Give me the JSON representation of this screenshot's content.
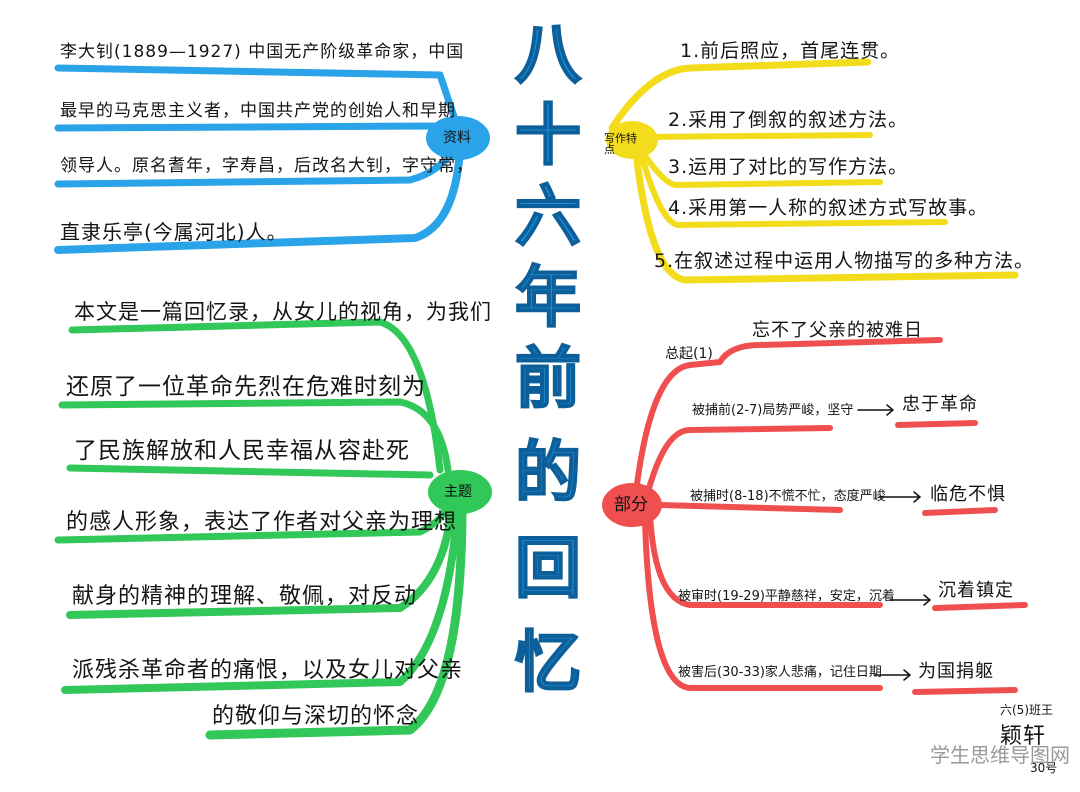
{
  "title": [
    "八",
    "十",
    "六",
    "年",
    "前",
    "的",
    "回",
    "忆"
  ],
  "colors": {
    "title": "#1a8fdb",
    "blue_branch": "#2aa3e8",
    "yellow_branch": "#f3dc1b",
    "green_branch": "#32c759",
    "red_branch": "#f04f4f"
  },
  "blue_node": {
    "label": "资料",
    "lines": [
      "李大钊(1889—1927) 中国无产阶级革命家，中国",
      "最早的马克思主义者，中国共产党的创始人和早期",
      "领导人。原名耆年，字寿昌，后改名大钊，字守常，",
      "直隶乐亭(今属河北)人。"
    ]
  },
  "yellow_node": {
    "label": "写作特点",
    "items": [
      "1.前后照应，首尾连贯。",
      "2.采用了倒叙的叙述方法。",
      "3.运用了对比的写作方法。",
      "4.采用第一人称的叙述方式写故事。",
      "5.在叙述过程中运用人物描写的多种方法。"
    ]
  },
  "green_node": {
    "label": "主题",
    "lines": [
      "本文是一篇回忆录，从女儿的视角，为我们",
      "还原了一位革命先烈在危难时刻为",
      "了民族解放和人民幸福从容赴死",
      "的感人形象，表达了作者对父亲为理想",
      "献身的精神的理解、敬佩，对反动",
      "派残杀革命者的痛恨，以及女儿对父亲",
      "的敬仰与深切的怀念"
    ]
  },
  "red_node": {
    "label": "部分",
    "summary_label": "总起(1)",
    "summary_text": "忘不了父亲的被难日",
    "parts": [
      {
        "left": "被捕前(2-7)局势严峻，坚守",
        "right": "忠于革命"
      },
      {
        "left": "被捕时(8-18)不慌不忙，态度严峻",
        "right": "临危不惧"
      },
      {
        "left": "被审时(19-29)平静慈祥，安定，沉着",
        "right": "沉着镇定"
      },
      {
        "left": "被害后(30-33)家人悲痛，记住日期",
        "right": "为国捐躯"
      }
    ],
    "arrow": "→"
  },
  "signature": {
    "class": "六(5)班王",
    "name": "颖轩",
    "number": "30号"
  },
  "watermark": "学生思维导图网"
}
